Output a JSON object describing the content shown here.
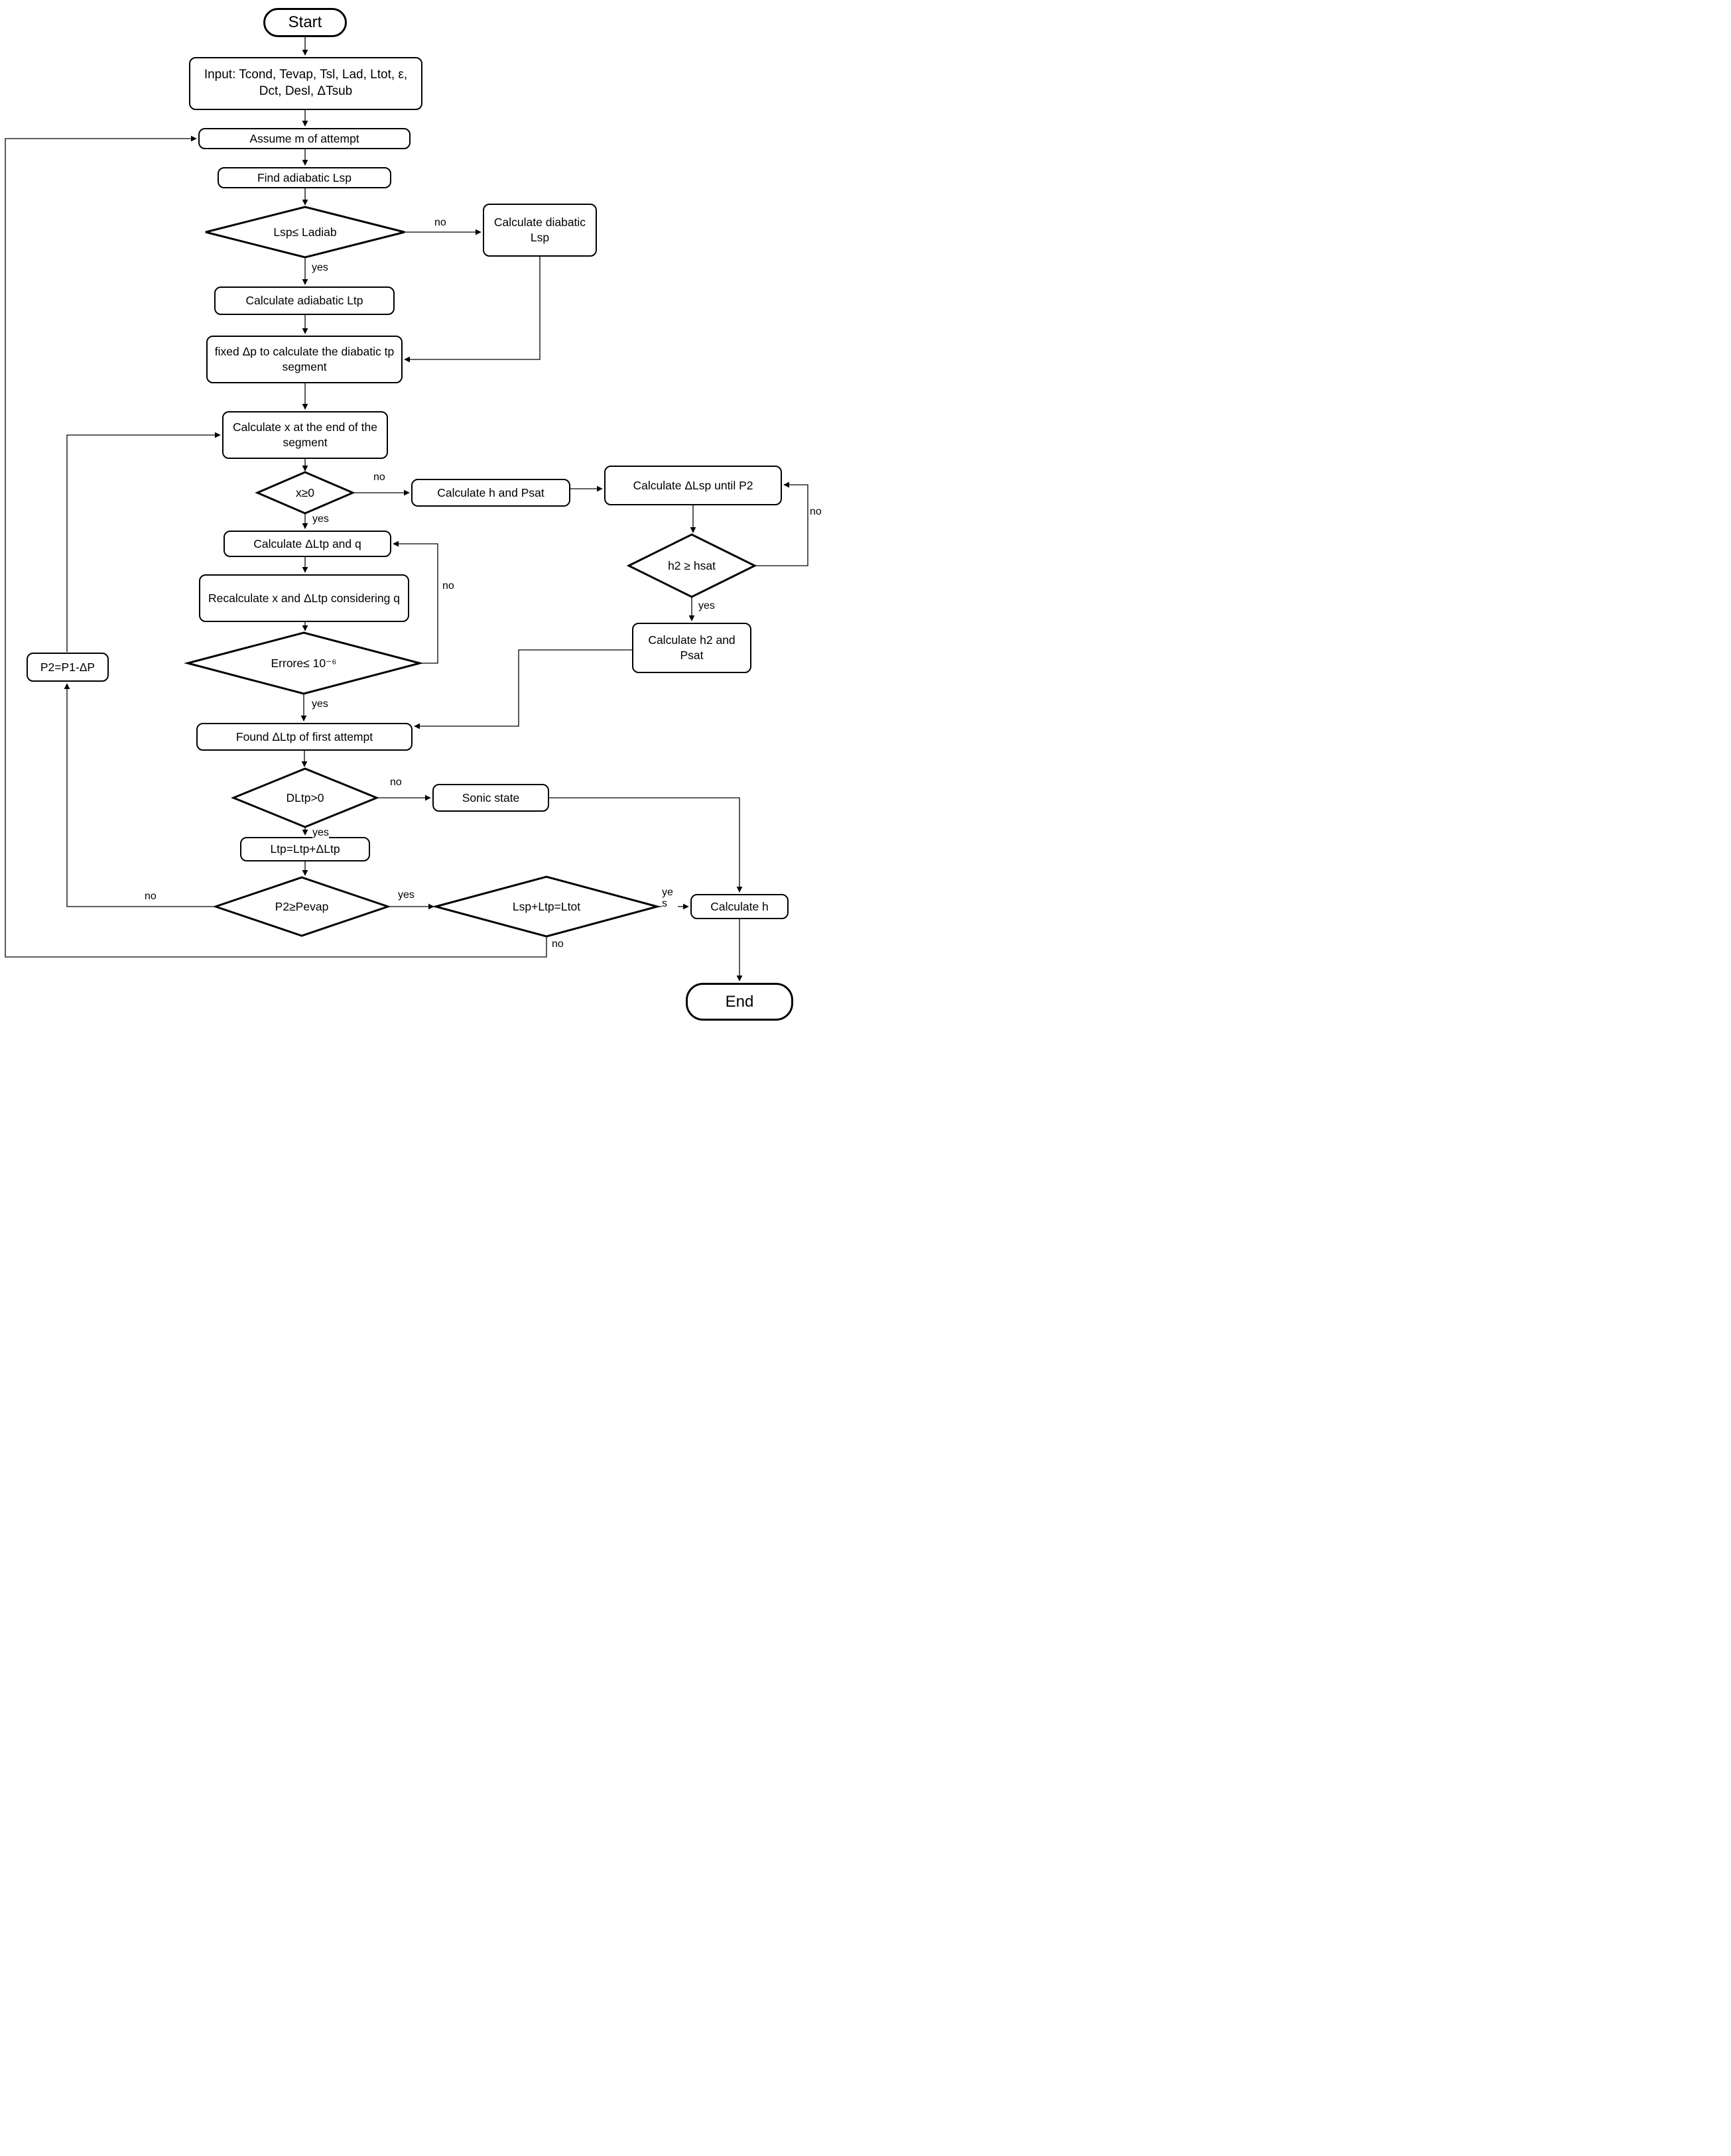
{
  "diagram": {
    "type": "flowchart",
    "labels": {
      "yes": "yes",
      "no": "no"
    },
    "nodes": {
      "start": {
        "label": "Start",
        "shape": "terminator"
      },
      "input": {
        "label": "Input: Tcond, Tevap, Tsl, Lad, Ltot, ε, Dct, Desl, ΔTsub",
        "shape": "process"
      },
      "assume_m": {
        "label": "Assume m of attempt",
        "shape": "process"
      },
      "find_adiabatic_lsp": {
        "label": "Find adiabatic Lsp",
        "shape": "process"
      },
      "dec_lsp_ladiab": {
        "label": "Lsp≤ Ladiab",
        "shape": "decision"
      },
      "calc_diabatic_lsp": {
        "label": "Calculate diabatic Lsp",
        "shape": "process"
      },
      "calc_adiabatic_ltp": {
        "label": "Calculate adiabatic Ltp",
        "shape": "process"
      },
      "fixed_dp": {
        "label": "fixed Δp to calculate the diabatic tp segment",
        "shape": "process"
      },
      "calc_x_end_segment": {
        "label": "Calculate x at the end of the segment",
        "shape": "process"
      },
      "dec_x_ge_0": {
        "label": "x≥0",
        "shape": "decision"
      },
      "calc_h_psat": {
        "label": "Calculate h and Psat",
        "shape": "process"
      },
      "calc_dlsp_until_p2": {
        "label": "Calculate ΔLsp until P2",
        "shape": "process"
      },
      "dec_h2_hsat": {
        "label": "h2 ≥ hsat",
        "shape": "decision"
      },
      "calc_h2_psat": {
        "label": "Calculate h2 and Psat",
        "shape": "process"
      },
      "calc_dltp_q": {
        "label": "Calculate ΔLtp and q",
        "shape": "process"
      },
      "recalc_x_dltp": {
        "label": "Recalculate x and ΔLtp considering q",
        "shape": "process"
      },
      "dec_errore": {
        "label": "Errore≤ 10⁻⁶",
        "shape": "decision"
      },
      "p2_update": {
        "label": "P2=P1-ΔP",
        "shape": "process"
      },
      "found_dltp": {
        "label": "Found ΔLtp of first attempt",
        "shape": "process"
      },
      "dec_dltp_gt_0": {
        "label": "DLtp>0",
        "shape": "decision"
      },
      "sonic_state": {
        "label": "Sonic state",
        "shape": "process"
      },
      "ltp_update": {
        "label": "Ltp=Ltp+ΔLtp",
        "shape": "process"
      },
      "dec_p2_pevap": {
        "label": "P2≥Pevap",
        "shape": "decision"
      },
      "dec_lsp_ltp_ltot": {
        "label": "Lsp+Ltp=Ltot",
        "shape": "decision"
      },
      "calc_h": {
        "label": "Calculate h",
        "shape": "process"
      },
      "end": {
        "label": "End",
        "shape": "terminator"
      }
    }
  }
}
